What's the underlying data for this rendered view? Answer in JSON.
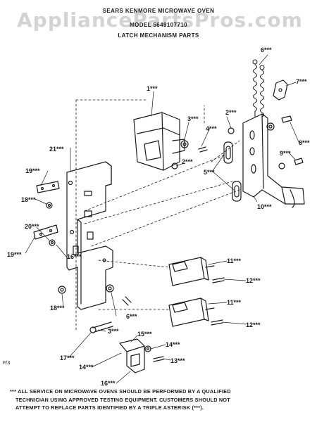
{
  "watermark": "AppliancePartsPros.com",
  "header": {
    "line1": "SEARS KENMORE MICROWAVE OVEN",
    "line2": "MODEL 5649107710",
    "line3": "LATCH MECHANISM PARTS"
  },
  "callouts": {
    "c1": "1***",
    "c2a": "2***",
    "c2b": "2***",
    "c3a": "3***",
    "c3b": "3***",
    "c4": "4***",
    "c5": "5***",
    "c6a": "6***",
    "c6b": "6***",
    "c7": "7***",
    "c8": "8***",
    "c9": "9***",
    "c10": "10***",
    "c11a": "11***",
    "c11b": "11***",
    "c12a": "12***",
    "c12b": "12***",
    "c13": "13***",
    "c14a": "14***",
    "c14b": "14***",
    "c15": "15***",
    "c16a": "16***",
    "c16b": "16***",
    "c17": "17***",
    "c18a": "18***",
    "c18b": "18***",
    "c19a": "19***",
    "c19b": "19***",
    "c20": "20***",
    "c21": "21***"
  },
  "corner_mark": "F/3",
  "footer": {
    "line1": "*** ALL SERVICE ON MICROWAVE OVENS SHOULD BE PERFORMED BY A QUALIFIED",
    "line2": "TECHNICIAN USING APPROVED TESTING EQUIPMENT. CUSTOMERS SHOULD NOT",
    "line3": "ATTEMPT TO REPLACE PARTS IDENTIFIED BY A TRIPLE ASTERISK (***)."
  }
}
